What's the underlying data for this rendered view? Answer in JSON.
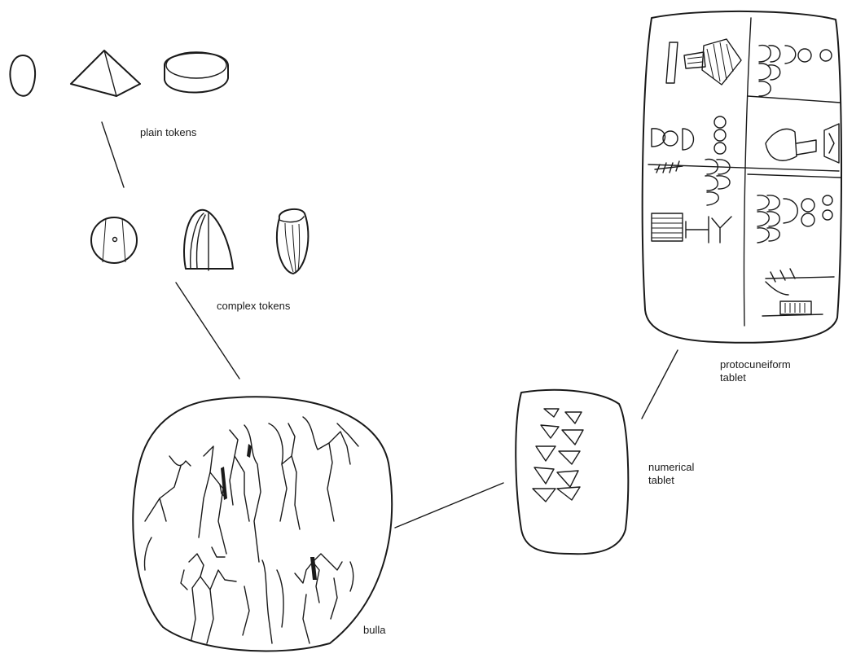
{
  "labels": {
    "plain_tokens": "plain tokens",
    "complex_tokens": "complex tokens",
    "bulla": "bulla",
    "numerical_tablet_line1": "numerical",
    "numerical_tablet_line2": "tablet",
    "protocuneiform_tablet_line1": "protocuneiform",
    "protocuneiform_tablet_line2": "tablet"
  },
  "colors": {
    "ink": "#1a1a1a",
    "background": "#ffffff"
  }
}
